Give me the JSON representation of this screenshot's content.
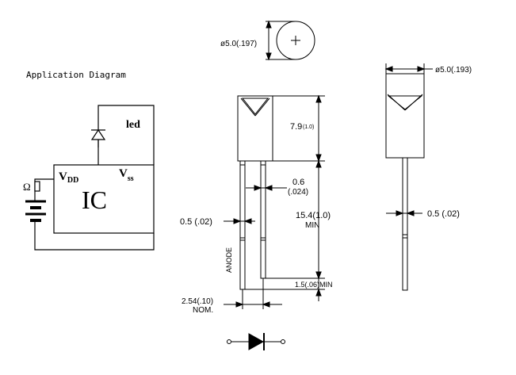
{
  "application_diagram": {
    "title": "Application Diagram",
    "led_label": "led",
    "vdd_main": "V",
    "vdd_sub": "DD",
    "vss_main": "V",
    "vss_sub": "ss",
    "ic_label": "IC",
    "resistor_label": "Ω"
  },
  "top_view": {
    "diameter_label": "ø5.0(.197)"
  },
  "front_view": {
    "body_height_label": "7.9",
    "body_height_tol": "(1.0)",
    "lead_width_label": "0.6",
    "lead_width_inch": "(.024)",
    "lead_thickness_label": "0.5 (.02)",
    "lead_length_label": "15.4(1.0)",
    "lead_length_min": "MIN",
    "anode_label": "ANODE",
    "step_label": "1.5(.06)MIN",
    "pitch_label": "2.54(.10)",
    "pitch_nom": "NOM."
  },
  "side_view": {
    "diameter_label": "ø5.0(.193)",
    "lead_thickness_label": "0.5 (.02)"
  }
}
